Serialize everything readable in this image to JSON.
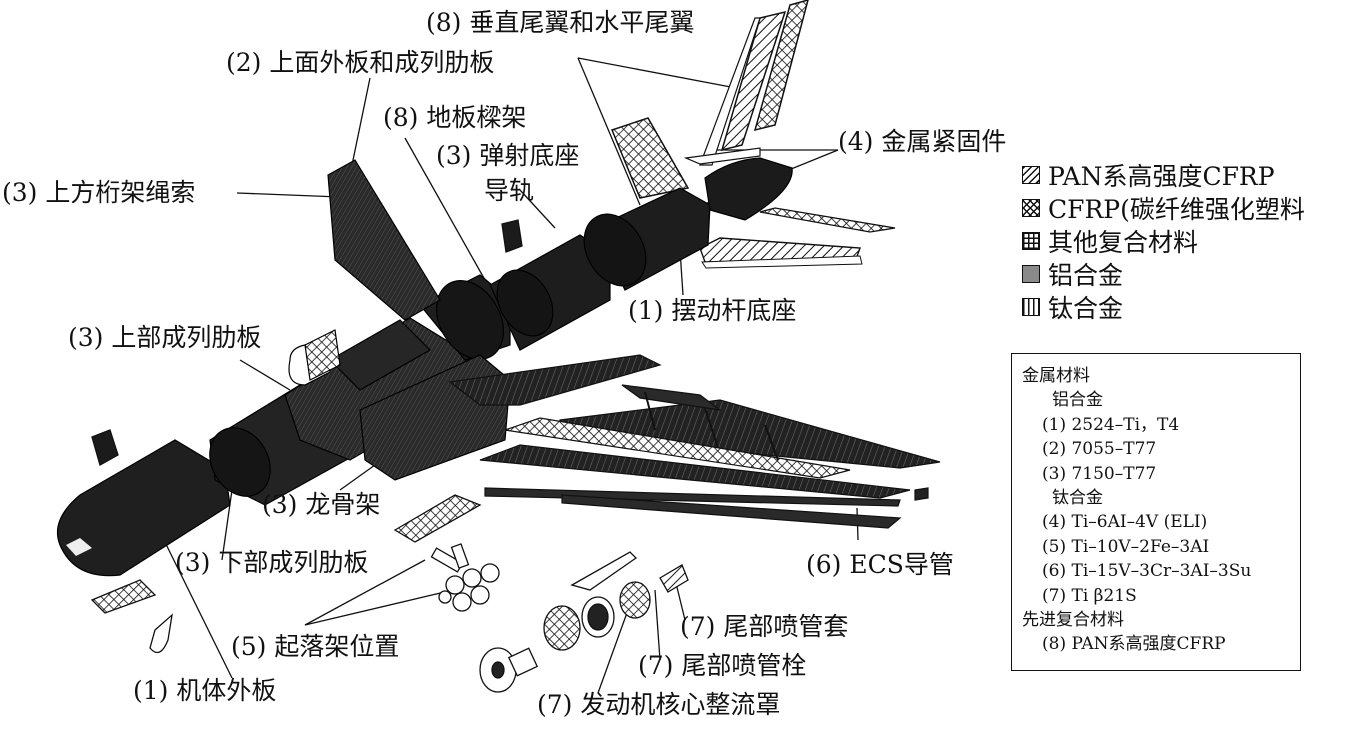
{
  "labels": {
    "vertical_horizontal_tail": "(8) 垂直尾翼和水平尾翼",
    "upper_skin_stringer": "(2) 上面外板和成列肋板",
    "floor_beam": "(8) 地板樑架",
    "ejection_base_rail_1": "(3) 弹射底座",
    "ejection_base_rail_2": "导轨",
    "metal_fastener": "(4) 金属紧固件",
    "upper_truss_rope": "(3) 上方桁架绳索",
    "swing_arm_base": "(1) 摆动杆底座",
    "upper_stringer": "(3) 上部成列肋板",
    "keel_frame": "(3) 龙骨架",
    "lower_stringer": "(3) 下部成列肋板",
    "ecs_duct": "(6) ECS导管",
    "tail_nozzle_sleeve": "(7) 尾部喷管套",
    "landing_gear": "(5) 起落架位置",
    "tail_nozzle_bolt": "(7) 尾部喷管栓",
    "fuselage_skin": "(1) 机体外板",
    "engine_core_fairing": "(7) 发动机核心整流罩"
  },
  "legend": [
    {
      "pattern": "hatch",
      "label": "PAN系高强度CFRP"
    },
    {
      "pattern": "crosshatch",
      "label": "CFRP(碳纤维强化塑料"
    },
    {
      "pattern": "grid",
      "label": "其他复合材料"
    },
    {
      "pattern": "solid-gray",
      "label": "铝合金"
    },
    {
      "pattern": "vertical",
      "label": "钛合金"
    }
  ],
  "materials_box": {
    "title": "金属材料",
    "aluminum_heading": "铝合金",
    "aluminum_items": [
      "(1) 2524–Ti，T4",
      "(2) 7055–T77",
      "(3) 7150–T77"
    ],
    "titanium_heading": "钛合金",
    "titanium_items": [
      "(4) Ti–6AI–4V (ELI)",
      "(5) Ti–10V–2Fe–3AI",
      "(6) Ti–15V–3Cr–3AI–3Su",
      "(7) Ti β21S"
    ],
    "composite_heading": "先进复合材料",
    "composite_items": [
      "(8) PAN系高强度CFRP"
    ]
  },
  "colors": {
    "ink": "#111111",
    "body": "#1c1c1c",
    "background": "#ffffff"
  }
}
